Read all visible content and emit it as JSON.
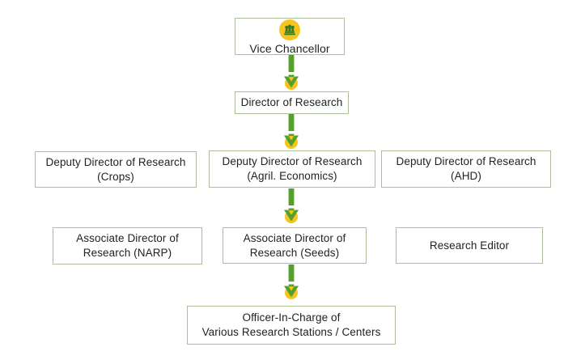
{
  "colors": {
    "arrow_green": "#54a02d",
    "accent_yellow": "#f6c41c",
    "box_border": "#adbf9a",
    "text": "#20241d",
    "emblem_green": "#3a7a1e"
  },
  "org_chart": {
    "nodes": [
      {
        "id": "vice-chancellor",
        "icon": "emblem-icon",
        "lines": [
          "Vice Chancellor"
        ]
      },
      {
        "id": "director-of-research",
        "lines": [
          "Director of Research"
        ]
      },
      {
        "id": "deputy-director-crops",
        "lines": [
          "Deputy Director of Research",
          "(Crops)"
        ]
      },
      {
        "id": "deputy-director-agril-economics",
        "lines": [
          "Deputy Director of Research",
          "(Agril. Economics)"
        ]
      },
      {
        "id": "deputy-director-ahd",
        "lines": [
          "Deputy Director of Research",
          "(AHD)"
        ]
      },
      {
        "id": "associate-director-narp",
        "lines": [
          "Associate Director of",
          "Research (NARP)"
        ]
      },
      {
        "id": "associate-director-seeds",
        "lines": [
          "Associate Director of",
          "Research (Seeds)"
        ]
      },
      {
        "id": "research-editor",
        "lines": [
          "Research Editor"
        ]
      },
      {
        "id": "officer-in-charge",
        "lines": [
          "Officer-In-Charge of",
          "Various Research Stations / Centers"
        ]
      }
    ],
    "edges": [
      {
        "from": "vice-chancellor",
        "to": "director-of-research"
      },
      {
        "from": "director-of-research",
        "to": "deputy-director-agril-economics"
      },
      {
        "from": "deputy-director-agril-economics",
        "to": "associate-director-seeds"
      },
      {
        "from": "associate-director-seeds",
        "to": "officer-in-charge"
      }
    ]
  }
}
